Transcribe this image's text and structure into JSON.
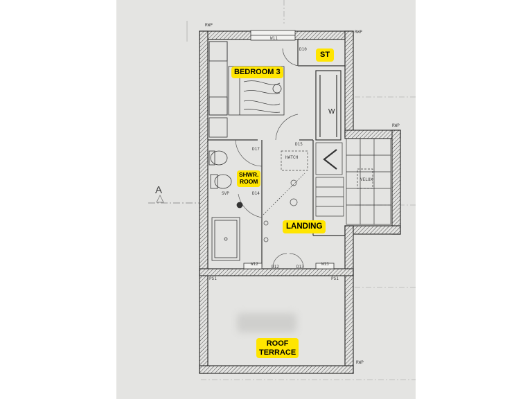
{
  "rooms": {
    "bedroom": "BEDROOM 3",
    "store": "ST",
    "shower_line1": "SHWR.",
    "shower_line2": "ROOM",
    "landing": "LANDING",
    "roof_line1": "ROOF",
    "roof_line2": "TERRACE"
  },
  "tags": {
    "w11": "W11",
    "w12": "W12",
    "w13": "W13",
    "d10": "D10",
    "d12": "D12",
    "d13": "D13",
    "d14": "D14",
    "d15": "D15",
    "d17": "D17",
    "hatch": "HATCH",
    "velux": "VELUX",
    "rwp_top": "RWP",
    "rwp_right1": "RWP",
    "rwp_right2": "RWP",
    "rwp_bottom": "RWP",
    "ps1_left": "PS1",
    "ps1_right": "PS1",
    "wardrobe": "W",
    "svp": "SVP"
  },
  "section": {
    "letter": "A"
  },
  "colors": {
    "label_bg": "#ffe500",
    "paper": "#e4e4e2",
    "ink": "#2a2a2a"
  }
}
